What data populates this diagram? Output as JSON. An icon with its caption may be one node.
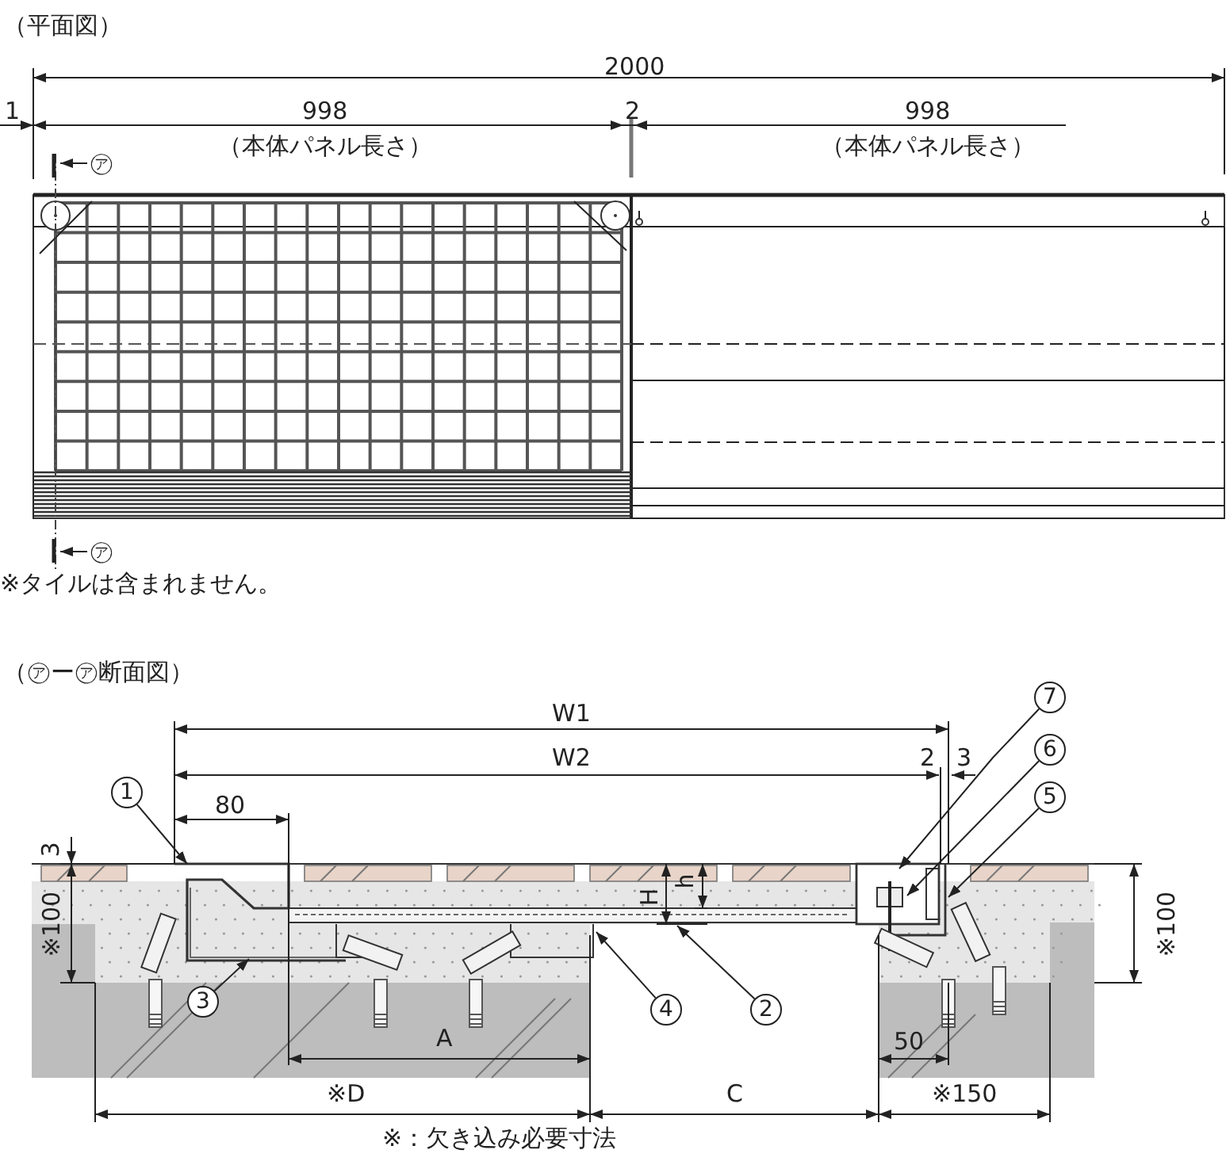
{
  "diagram": {
    "nodes": [
      {
        "text": [
          "1"
        ]
      },
      {
        "text": [
          "2"
        ]
      },
      {
        "text": [
          "3"
        ]
      },
      {
        "text": [
          "4"
        ]
      },
      {
        "text": [
          "5"
        ]
      },
      {
        "text": [
          "6"
        ]
      },
      {
        "text": [
          "7"
        ]
      }
    ],
    "edges": [
      {
        "from": 0,
        "to": null,
        "arrow": "to"
      },
      {
        "from": 1,
        "to": null,
        "arrow": "to"
      },
      {
        "from": 2,
        "to": null,
        "arrow": "to"
      },
      {
        "from": 3,
        "to": null,
        "arrow": "to"
      },
      {
        "from": 4,
        "to": null,
        "arrow": "to"
      },
      {
        "from": 5,
        "to": null,
        "arrow": "to"
      },
      {
        "from": 6,
        "to": null,
        "arrow": "to"
      }
    ],
    "labels": [
      "（平面図）",
      "2000",
      "1",
      "998",
      "2",
      "998",
      "（本体パネル長さ）",
      "（本体パネル長さ）",
      "㋐",
      "㋐",
      "※タイルは含まれません。",
      "（㋐ー㋐断面図）",
      "W1",
      "W2",
      "2",
      "3",
      "80",
      "3",
      "※100",
      "H",
      "h",
      "※100",
      "A",
      "50",
      "※D",
      "C",
      "※150",
      "※：欠き込み必要寸法"
    ]
  }
}
